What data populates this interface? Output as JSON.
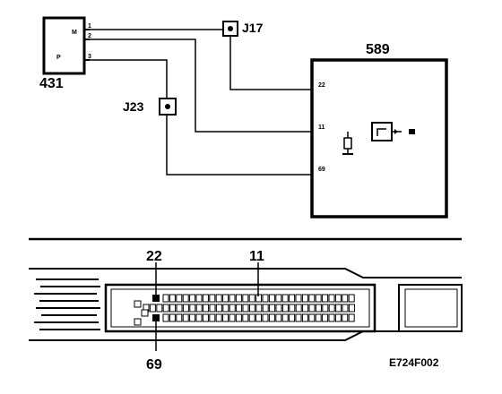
{
  "components": {
    "c431": {
      "label": "431",
      "pin_top": "M",
      "pin_bottom": "P"
    },
    "c589": {
      "label": "589"
    },
    "j17": {
      "label": "J17"
    },
    "j23": {
      "label": "J23"
    }
  },
  "pins": {
    "left_1": "1",
    "left_2": "2",
    "left_3": "3",
    "right_top": "22",
    "right_mid": "11",
    "right_bot": "69"
  },
  "connector": {
    "label_22": "22",
    "label_11": "11",
    "label_69": "69"
  },
  "figure_code": "E724F002"
}
